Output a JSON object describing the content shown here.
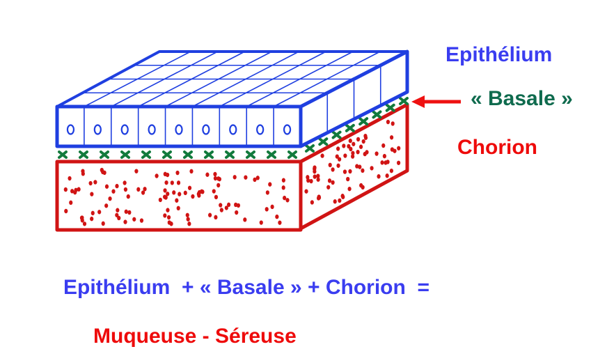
{
  "labels": {
    "epithelium": "Epithélium",
    "basale": "« Basale »",
    "chorion": "Chorion"
  },
  "equation": {
    "text": "Epithélium  + « Basale » + Chorion  =",
    "result": "Muqueuse - Séreuse"
  },
  "colors": {
    "epithelium": "#3a3df0",
    "basale": "#0f6b4e",
    "chorion": "#ee0b0b",
    "equation": "#3a3df0",
    "result": "#ee0b0b",
    "arrow": "#ee1111",
    "drawing_blue": "#1f3fe0",
    "drawing_red": "#d01414",
    "drawing_green": "#127a3c"
  },
  "diagram": {
    "layers": [
      "epithelium",
      "basale",
      "chorion"
    ],
    "cells_front_count": 9,
    "nucleus_icon": "o"
  }
}
